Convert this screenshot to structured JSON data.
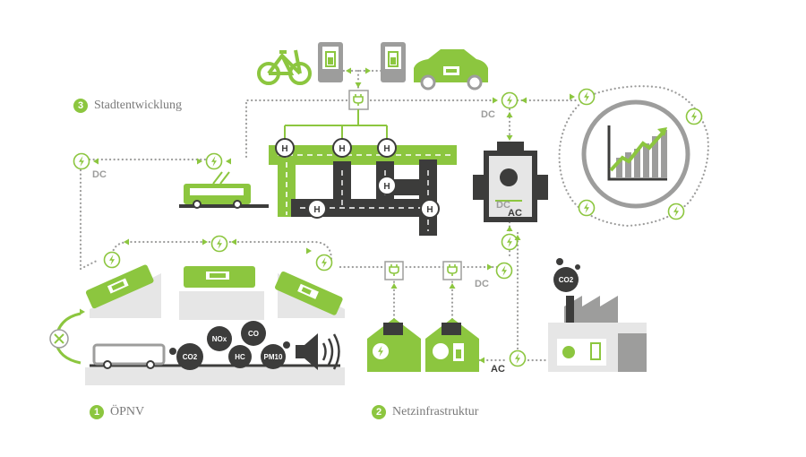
{
  "sections": [
    {
      "number": "3",
      "label": "Stadtentwicklung"
    },
    {
      "number": "1",
      "label": "ÖPNV"
    },
    {
      "number": "2",
      "label": "Netzinfrastruktur"
    }
  ],
  "power_labels": {
    "dc": "DC",
    "ac": "AC"
  },
  "converter": {
    "top": "DC",
    "bottom": "AC"
  },
  "emissions": [
    "CO2",
    "NOx",
    "CO",
    "HC",
    "PM10"
  ],
  "factory_emission": "CO2",
  "bus_stop_symbol": "H",
  "colors": {
    "green": "#8cc63f",
    "gray": "#9d9d9c",
    "dark": "#3c3c3b",
    "light": "#e6e6e6"
  }
}
